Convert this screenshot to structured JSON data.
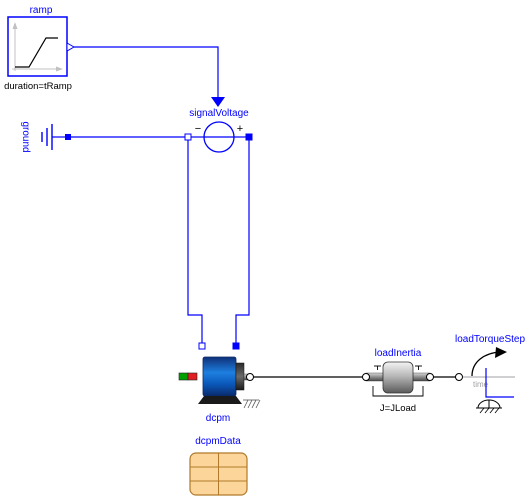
{
  "components": {
    "ramp": {
      "name": "ramp",
      "parameter": "duration=tRamp"
    },
    "signal_voltage": {
      "name": "signalVoltage",
      "minus_sign": "−",
      "plus_sign": "+"
    },
    "ground": {
      "name": "ground"
    },
    "dcpm": {
      "name": "dcpm"
    },
    "dcpm_data": {
      "name": "dcpmData"
    },
    "load_inertia": {
      "name": "loadInertia",
      "parameter": "J=JLoad"
    },
    "load_torque_step": {
      "name": "loadTorqueStep",
      "axis_label": "time"
    }
  },
  "colors": {
    "electrical_wire": "#0000ff",
    "mechanical_wire": "#000000",
    "signal_wire": "#0000ff",
    "label_blue": "#0000ff",
    "motor_body": "#0a57b8",
    "records_fill": "#fcd59a"
  }
}
